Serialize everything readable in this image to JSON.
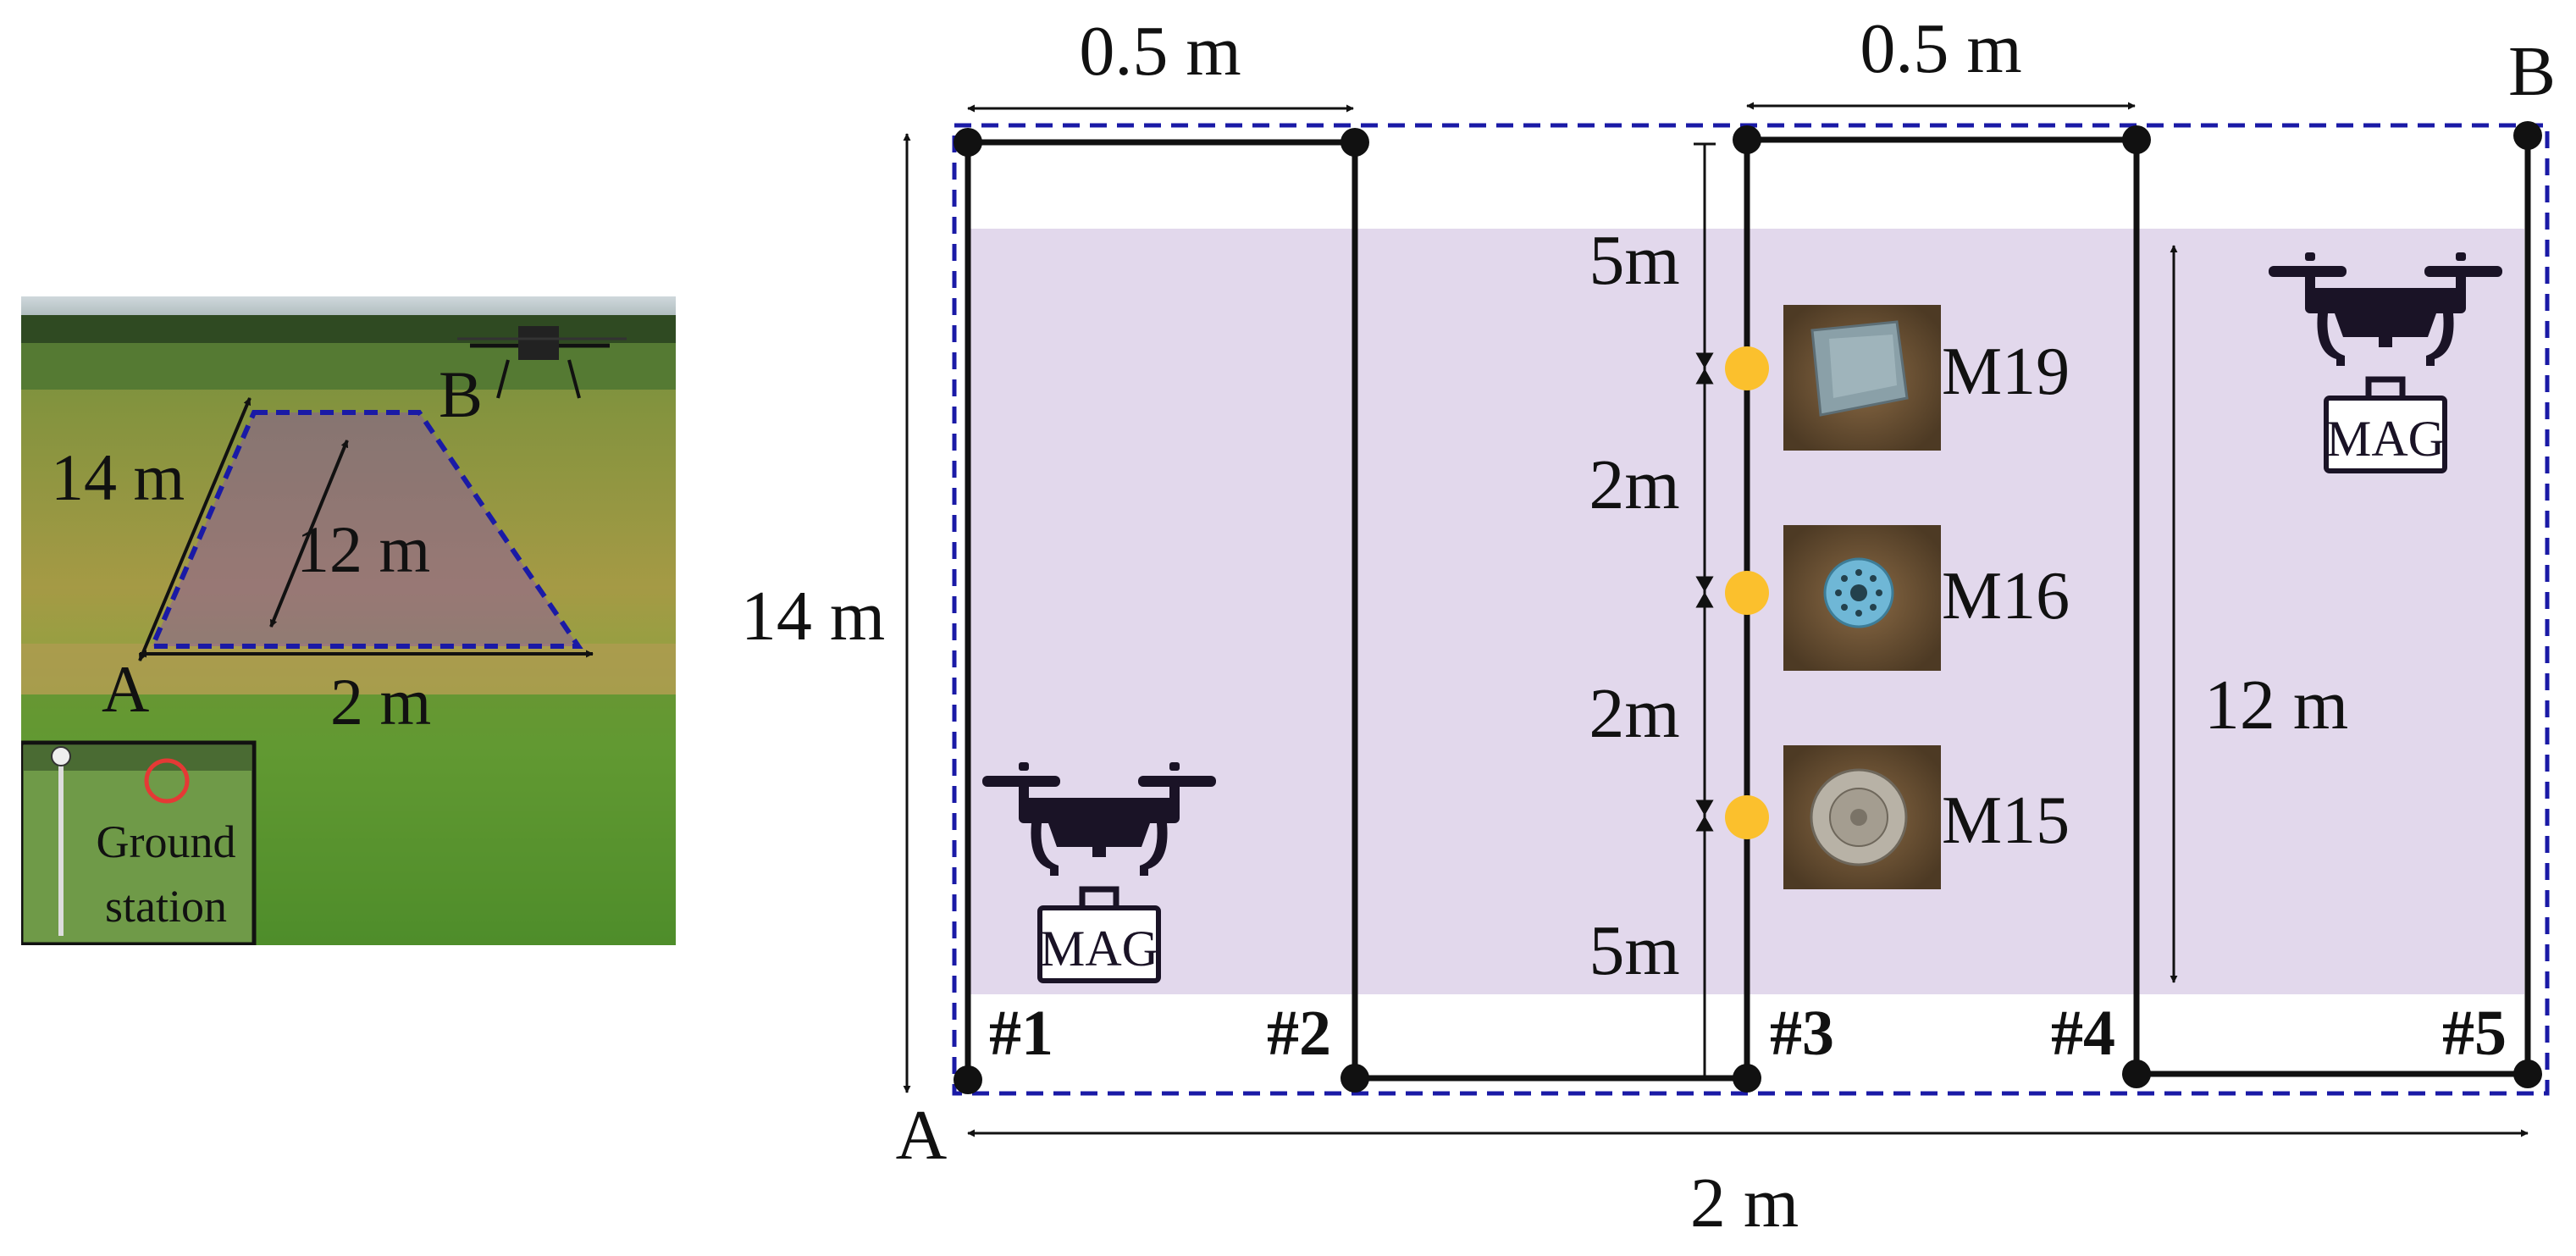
{
  "photo": {
    "label_A": "A",
    "label_B": "B",
    "length_label": "14 m",
    "inner_length_label": "12 m",
    "width_label": "2 m",
    "inset_label_line1": "Ground",
    "inset_label_line2": "station"
  },
  "diagram": {
    "corner_A": "A",
    "corner_B": "B",
    "top_width_left": "0.5 m",
    "top_width_right": "0.5 m",
    "total_length": "14 m",
    "survey_length": "12 m",
    "bottom_width": "2 m",
    "spacing": [
      "5m",
      "2m",
      "2m",
      "5m"
    ],
    "plots": [
      "#1",
      "#2",
      "#3",
      "#4",
      "#5"
    ],
    "mines": [
      "M19",
      "M16",
      "M15"
    ],
    "payload_label": "MAG",
    "colors": {
      "survey_area": "#e2d8ec",
      "boundary": "#1a1aa6",
      "mine_marker": "#fbc02d",
      "line": "#111111"
    }
  }
}
